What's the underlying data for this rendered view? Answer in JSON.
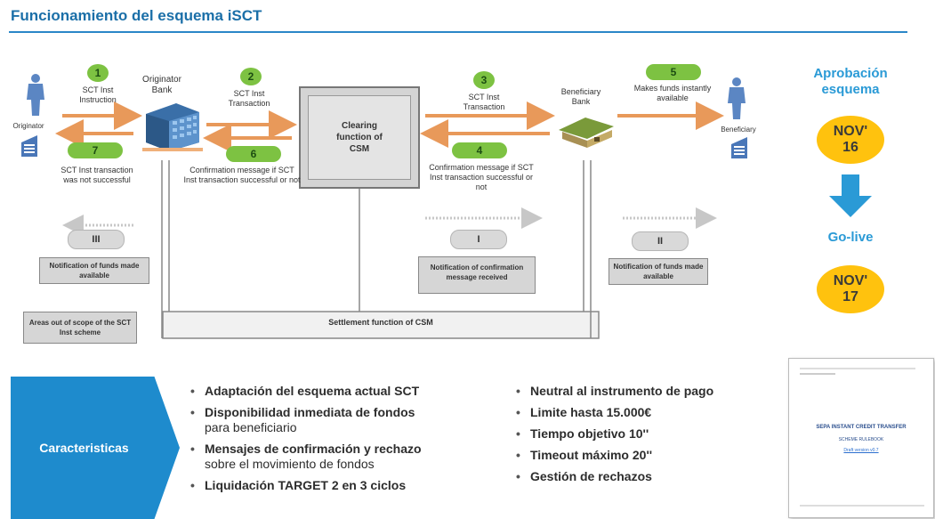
{
  "title": "Funcionamiento del esquema iSCT",
  "actors": {
    "originator": "Originator",
    "originator_bank": "Originator Bank",
    "beneficiary_bank": "Beneficiary Bank",
    "beneficiary": "Beneficiary",
    "csm_clearing": "Clearing function of CSM",
    "csm_settlement": "Settlement function of CSM"
  },
  "steps": [
    {
      "num": "1",
      "label": "SCT Inst Instruction"
    },
    {
      "num": "2",
      "label": "SCT Inst Transaction"
    },
    {
      "num": "3",
      "label": "SCT Inst Transaction"
    },
    {
      "num": "4",
      "label": "Confirmation message if SCT Inst transaction successful or not"
    },
    {
      "num": "5",
      "label": "Makes funds instantly available"
    },
    {
      "num": "6",
      "label": "Confirmation message if SCT Inst transaction successful or not"
    },
    {
      "num": "7",
      "label": "SCT Inst transaction was not successful"
    }
  ],
  "notifications": [
    {
      "num": "III",
      "label": "Notification of funds made available"
    },
    {
      "num": "I",
      "label": "Notification of confirmation message received"
    },
    {
      "num": "II",
      "label": "Notification of funds made available"
    }
  ],
  "out_of_scope": "Areas out of scope of the SCT Inst scheme",
  "timeline": {
    "approval_label": "Aprobación esquema",
    "approval_date": "NOV' 16",
    "golive_label": "Go-live",
    "golive_date": "NOV' 17"
  },
  "caracteristicas": {
    "label": "Caracteristicas",
    "col1": [
      {
        "main": "Adaptación del esquema actual SCT",
        "sub": ""
      },
      {
        "main": "Disponibilidad inmediata de fondos",
        "sub": "para beneficiario"
      },
      {
        "main": "Mensajes de confirmación y rechazo",
        "sub": "sobre el movimiento de fondos"
      },
      {
        "main": "Liquidación TARGET 2 en 3 ciclos",
        "sub": ""
      }
    ],
    "col2": [
      "Neutral al instrumento de pago",
      "Limite hasta 15.000€",
      "Tiempo objetivo 10''",
      "Timeout máximo 20''",
      "Gestión de rechazos"
    ]
  },
  "document": {
    "title": "SEPA INSTANT CREDIT TRANSFER",
    "subtitle": "SCHEME RULEBOOK",
    "link": "Draft version v0.7"
  },
  "colors": {
    "accent_blue": "#1e8bcd",
    "step_green": "#7dc242",
    "flow_orange": "#e8995a",
    "date_yellow": "#ffc20e"
  }
}
